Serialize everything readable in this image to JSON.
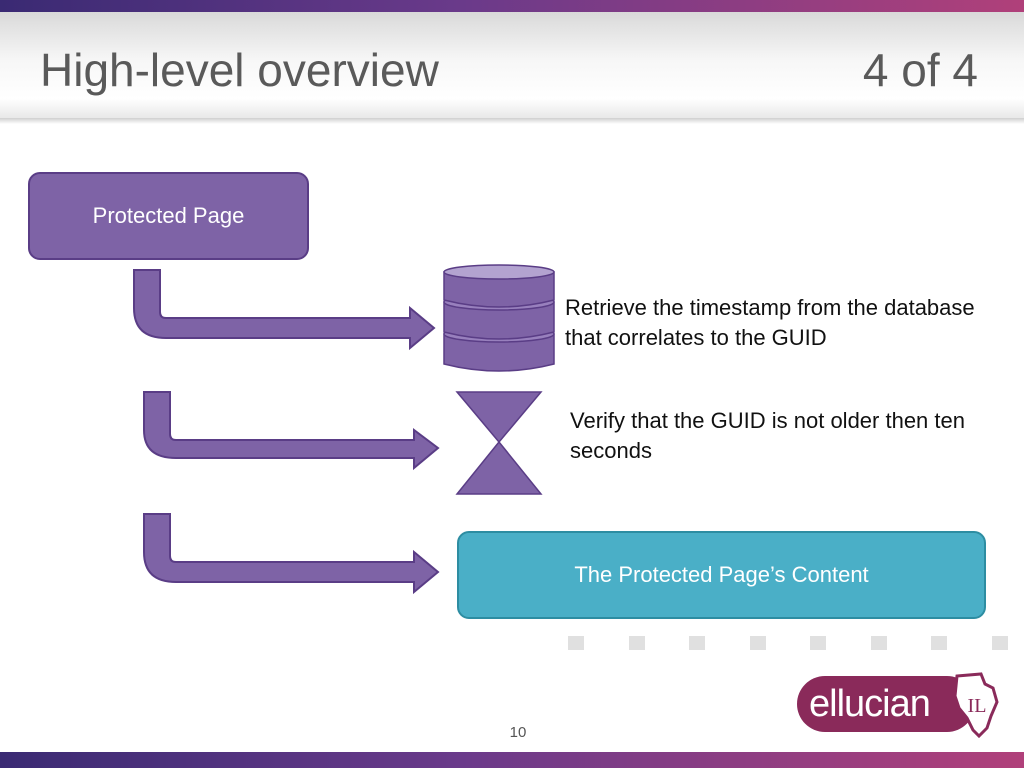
{
  "header": {
    "title": "High-level overview",
    "page_count": "4 of 4"
  },
  "diagram": {
    "protected_page_label": "Protected Page",
    "steps": [
      {
        "icon": "database-icon",
        "text": "Retrieve the timestamp from the database that correlates to the GUID"
      },
      {
        "icon": "hourglass-icon",
        "text": "Verify that the GUID is not older then ten seconds"
      }
    ],
    "content_label": "The Protected Page’s Content"
  },
  "footer": {
    "slide_number": "10",
    "logo_text": "ellucian",
    "logo_badge": "IL"
  },
  "colors": {
    "purple_box": "#7e63a6",
    "teal_box": "#4aafc7",
    "arrow": "#7e63a6",
    "logo": "#8a2a5a"
  }
}
